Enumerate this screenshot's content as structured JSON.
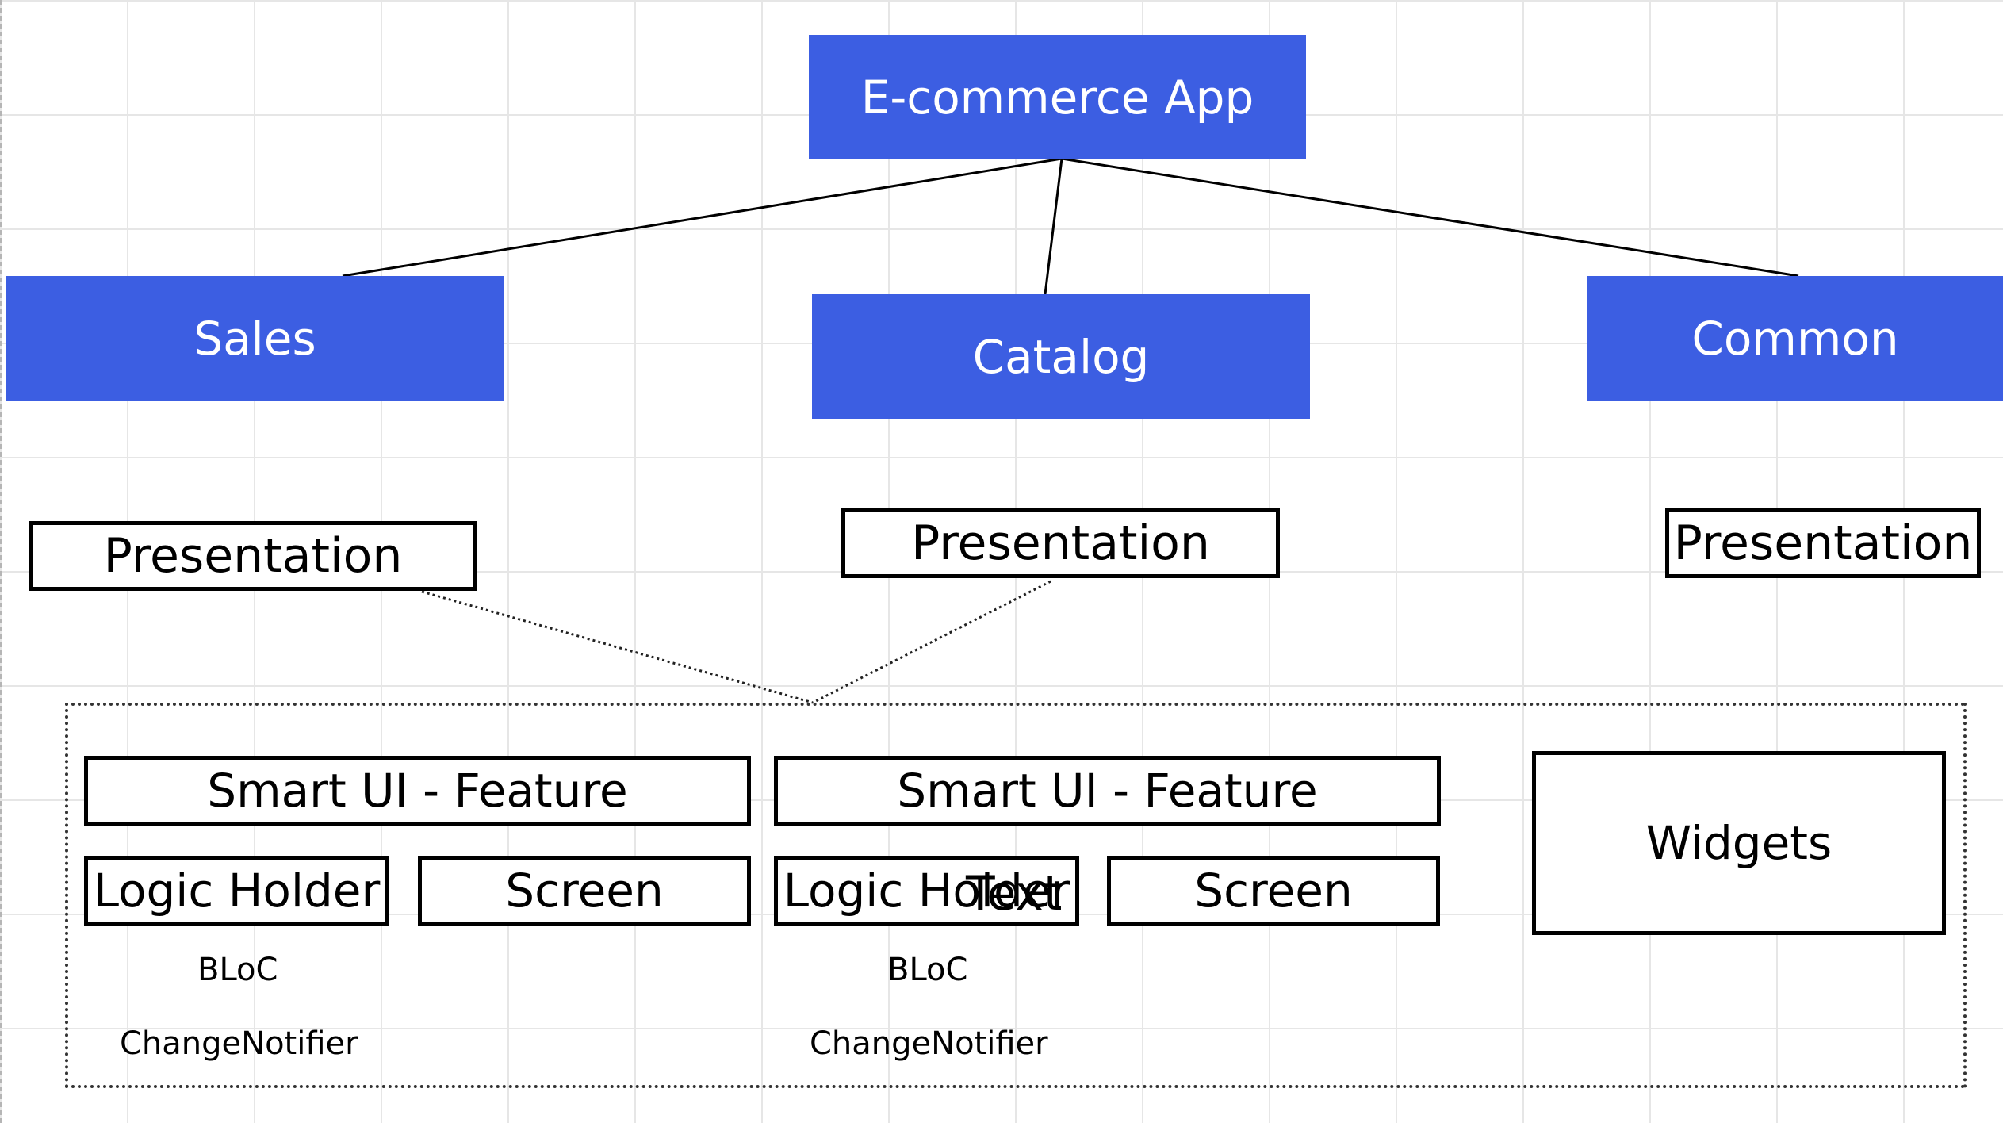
{
  "root": {
    "label": "E-commerce App"
  },
  "modules": [
    {
      "label": "Sales",
      "presentation": "Presentation"
    },
    {
      "label": "Catalog",
      "presentation": "Presentation"
    },
    {
      "label": "Common",
      "presentation": "Presentation"
    }
  ],
  "features": [
    {
      "title": "Smart UI - Feature",
      "logic": "Logic Holder",
      "screen": "Screen",
      "notes": [
        "BLoC",
        "ChangeNotifier"
      ]
    },
    {
      "title": "Smart UI - Feature",
      "logic": "Logic Holder",
      "screen": "Screen",
      "overlay": "Text",
      "notes": [
        "BLoC",
        "ChangeNotifier"
      ]
    }
  ],
  "widgets": {
    "label": "Widgets"
  },
  "colors": {
    "module_fill": "#3c5ee2",
    "module_text": "#ffffff",
    "outline": "#000000",
    "grid": "#e6e6e6"
  }
}
